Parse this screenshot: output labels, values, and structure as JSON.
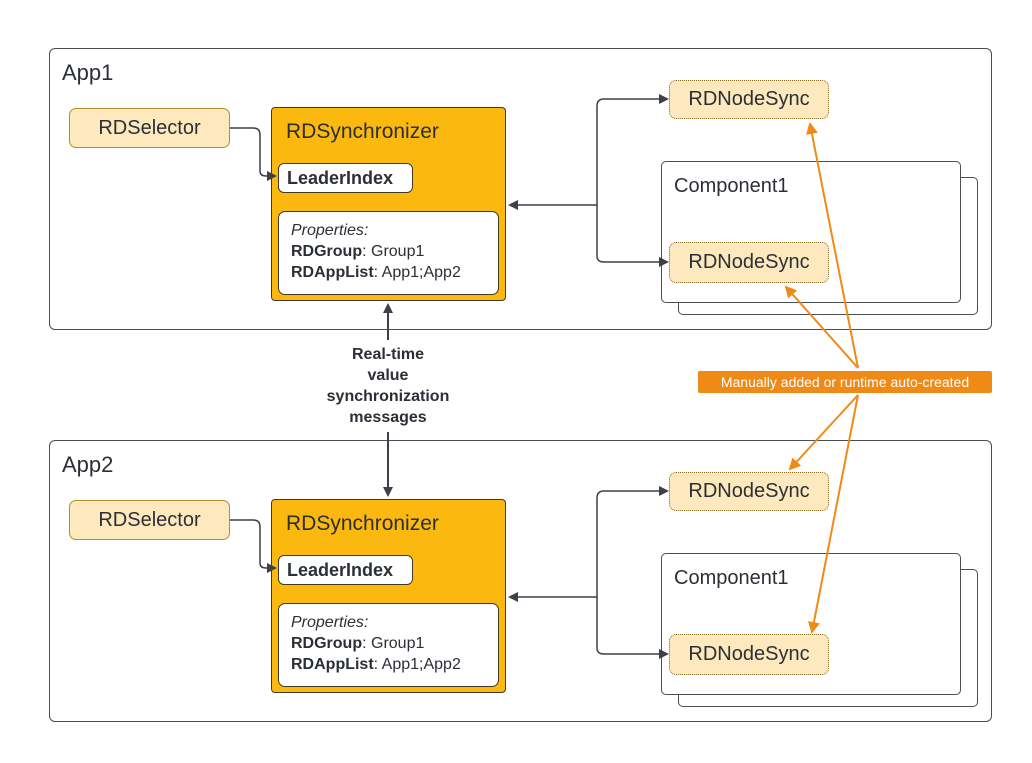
{
  "apps": [
    {
      "label": "App1",
      "selector": "RDSelector",
      "synchronizer": {
        "title": "RDSynchronizer",
        "leader": "LeaderIndex",
        "props_label": "Properties:",
        "group_key": "RDGroup",
        "group_val": ": Group1",
        "applist_key": "RDAppList",
        "applist_val": ": App1;App2"
      },
      "nodesync_top": "RDNodeSync",
      "component": "Component1",
      "nodesync_comp": "RDNodeSync"
    },
    {
      "label": "App2",
      "selector": "RDSelector",
      "synchronizer": {
        "title": "RDSynchronizer",
        "leader": "LeaderIndex",
        "props_label": "Properties:",
        "group_key": "RDGroup",
        "group_val": ": Group1",
        "applist_key": "RDAppList",
        "applist_val": ": App1;App2"
      },
      "nodesync_top": "RDNodeSync",
      "component": "Component1",
      "nodesync_comp": "RDNodeSync"
    }
  ],
  "sync_note": [
    "Real-time",
    "value",
    "synchronization",
    "messages"
  ],
  "auto_note": "Manually added or runtime auto-created",
  "colors": {
    "accent": "#fbb80f",
    "orange": "#f08a17",
    "line": "#3c4048"
  }
}
